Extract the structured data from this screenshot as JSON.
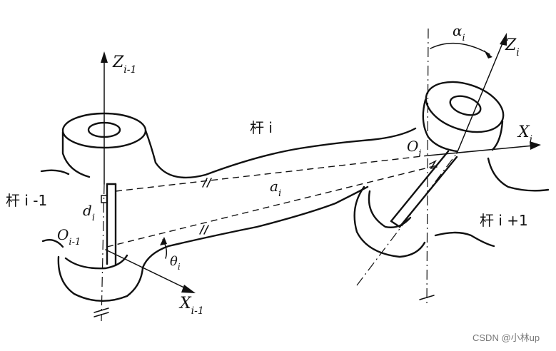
{
  "labels": {
    "z_prev_main": "Z",
    "z_prev_sub": "i-1",
    "z_i_main": "Z",
    "z_i_sub": "i",
    "x_i_main": "X",
    "x_i_sub": "i",
    "x_prev_main": "X",
    "x_prev_sub": "i-1",
    "o_i_main": "O",
    "o_i_sub": "i",
    "o_prev_main": "O",
    "o_prev_sub": "i-1",
    "alpha_main": "α",
    "alpha_sub": "i",
    "theta_main": "θ",
    "theta_sub": "i",
    "a_main": "a",
    "a_sub": "i",
    "d_main": "d",
    "d_sub": "i",
    "link_i": "杆 i",
    "link_prev": "杆 i -1",
    "link_next": "杆 i +1",
    "watermark": "CSDN @小林up"
  }
}
